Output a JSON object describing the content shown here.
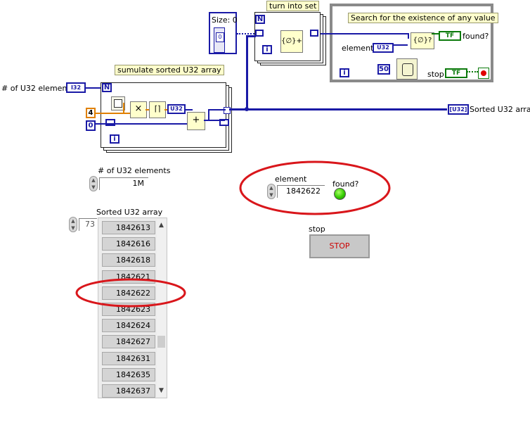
{
  "block_diagram": {
    "size_indicator": {
      "label": "Size: 0",
      "value": "0"
    },
    "turn_into_set_label": "turn into set",
    "search_label": "Search for the existence of any value",
    "simulate_label": "sumulate sorted U32 array",
    "num_elements_label": "# of U32 elements",
    "num_elements_terminal": "I32",
    "sorted_array_label": "Sorted U32 array",
    "sorted_array_terminal": "[U32]",
    "element_label": "element",
    "element_terminal": "U32",
    "found_label": "found?",
    "found_terminal": "TF",
    "stop_label": "stop",
    "stop_terminal": "TF",
    "wait_ms": "50",
    "constant_4": "4",
    "constant_0": "0",
    "n_label": "N",
    "i_label": "i",
    "u32_convert": "U32",
    "set_add_glyph": "{∅}+",
    "set_search_glyph": "{∅}?",
    "multiply_glyph": "×",
    "round_glyph": "⌈⌉",
    "add_glyph": "+"
  },
  "front_panel": {
    "num_elements_label": "# of U32 elements",
    "num_elements_value": "1M",
    "element_label": "element",
    "element_value": "1842622",
    "found_label": "found?",
    "stop_label": "stop",
    "stop_button_text": "STOP",
    "sorted_array_label": "Sorted U32 array",
    "array_index": "73",
    "array_values": [
      "1842613",
      "1842616",
      "1842618",
      "1842621",
      "1842622",
      "1842623",
      "1842624",
      "1842627",
      "1842631",
      "1842635",
      "1842637"
    ]
  },
  "colors": {
    "annotation": "#d9161b",
    "wire_blue": "#1a1aa6",
    "wire_orange": "#e08000",
    "wire_green": "#0c7a0c",
    "led_green": "#33cc00"
  }
}
